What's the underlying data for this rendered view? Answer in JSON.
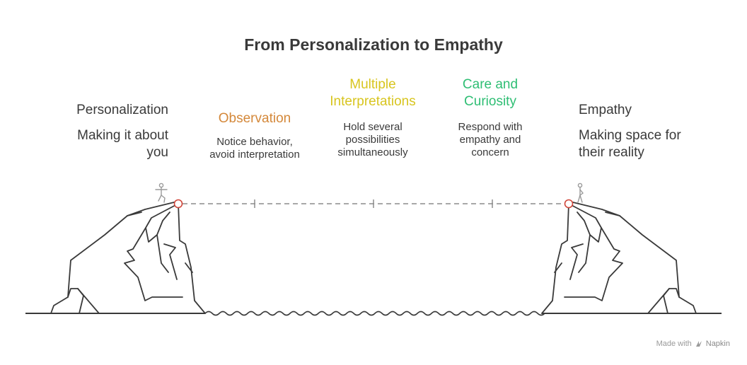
{
  "title": "From Personalization to Empathy",
  "left_side": {
    "heading": "Personalization",
    "body_lines": [
      "Making it about",
      "you"
    ]
  },
  "right_side": {
    "heading": "Empathy",
    "body_lines": [
      "Making space for",
      "their reality"
    ]
  },
  "stages": [
    {
      "heading_lines": [
        "Observation"
      ],
      "body_lines": [
        "Notice behavior,",
        "avoid interpretation"
      ],
      "color": "#d4883a"
    },
    {
      "heading_lines": [
        "Multiple",
        "Interpretations"
      ],
      "body_lines": [
        "Hold several",
        "possibilities",
        "simultaneously"
      ],
      "color": "#d8c51f"
    },
    {
      "heading_lines": [
        "Care and",
        "Curiosity"
      ],
      "body_lines": [
        "Respond with",
        "empathy and",
        "concern"
      ],
      "color": "#2fbe74"
    }
  ],
  "colors": {
    "line": "#3a3a3a",
    "dash": "#8c8c8c",
    "endpoint": "#d0463a",
    "figure": "#9a9a9a",
    "text": "#3a3a3a"
  },
  "footer": {
    "made_with": "Made with",
    "brand": "Napkin",
    "icon": "napkin-logo-icon"
  }
}
